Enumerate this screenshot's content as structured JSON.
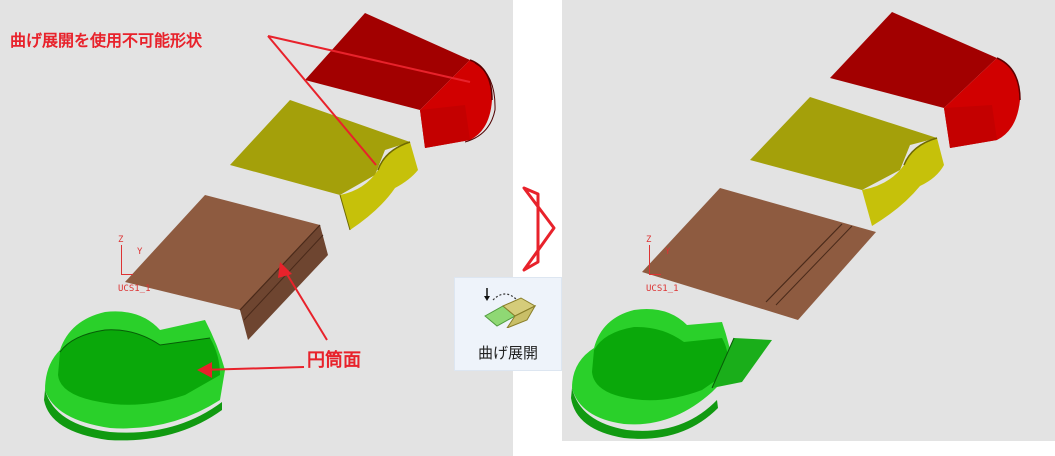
{
  "annotations": {
    "unbend_not_possible": "曲げ展開を使用不可能形状",
    "cylinder_face": "円筒面"
  },
  "ucs": {
    "z_label": "Z",
    "y_label": "Y",
    "name": "UCS1_1"
  },
  "tool": {
    "label": "曲げ展開",
    "icon": "unbend-icon"
  },
  "colors": {
    "viewport_bg": "#e3e3e3",
    "annotation_red": "#e8222b",
    "red_part": "#b50000",
    "yellow_part": "#b3ad0a",
    "brown_part": "#8b5a3f",
    "green_part": "#1ec21e"
  },
  "icons": [
    "right-arrow-icon",
    "unbend-icon"
  ]
}
